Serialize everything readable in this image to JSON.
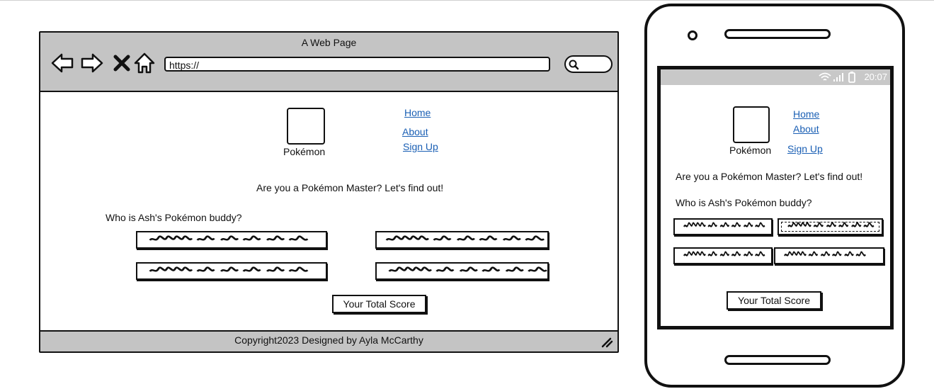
{
  "desktop": {
    "window_title": "A Web Page",
    "url": "https://",
    "logo_caption": "Pokémon",
    "nav": [
      "Home",
      "About",
      "Sign Up"
    ],
    "intro": "Are you a Pokémon Master? Let's find out!",
    "question": "Who is Ash's Pokémon buddy?",
    "score_button": "Your Total Score",
    "footer": "Copyright2023 Designed by Ayla McCarthy"
  },
  "mobile": {
    "status_time": "20:07",
    "logo_caption": "Pokémon",
    "nav": [
      "Home",
      "About",
      "Sign Up"
    ],
    "intro": "Are you a Pokémon Master? Let's find out!",
    "question": "Who is Ash's Pokémon buddy?",
    "score_button": "Your Total Score"
  },
  "icons": {
    "back": "back-arrow-icon",
    "forward": "forward-arrow-icon",
    "stop": "close-icon",
    "home": "home-icon",
    "search": "search-icon",
    "wifi": "wifi-icon",
    "signal": "signal-icon",
    "battery": "battery-icon"
  },
  "colors": {
    "link": "#1a5fb4",
    "chrome": "#c4c4c4",
    "statusbar": "#c8c8c8"
  }
}
